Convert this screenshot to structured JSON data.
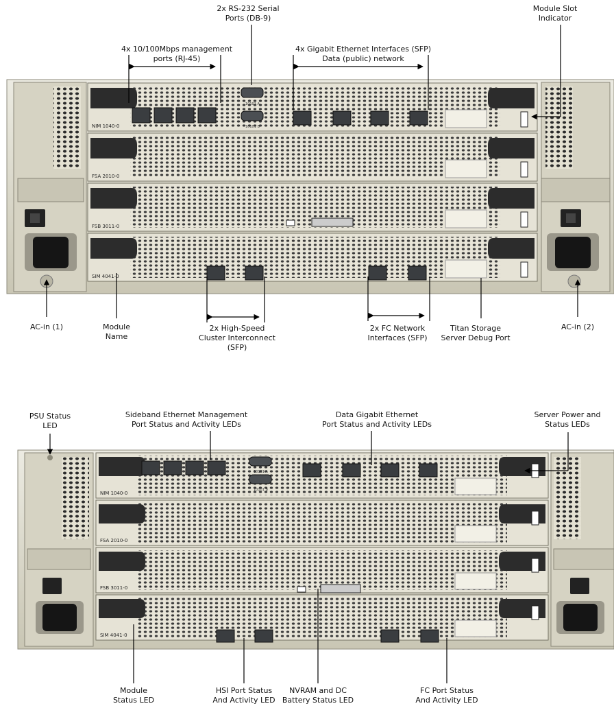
{
  "top_labels": {
    "serial": [
      "2x RS-232 Serial",
      "Ports (DB-9)"
    ],
    "mgmt": [
      "4x 10/100Mbps management",
      "ports (RJ-45)"
    ],
    "gige": [
      "4x Gigabit Ethernet Interfaces (SFP)",
      "Data (public) network"
    ],
    "slot_indicator": [
      "Module Slot",
      "Indicator"
    ],
    "ac_in_1": [
      "AC-in (1)"
    ],
    "module_name": [
      "Module",
      "Name"
    ],
    "hsci": [
      "2x High-Speed",
      "Cluster Interconnect",
      "(SFP)"
    ],
    "fc": [
      "2x FC Network",
      "Interfaces  (SFP)"
    ],
    "debug": [
      "Titan Storage",
      "Server Debug Port"
    ],
    "ac_in_2": [
      "AC-in (2)"
    ]
  },
  "bottom_labels": {
    "psu": [
      "PSU Status",
      "LED"
    ],
    "sideband": [
      "Sideband Ethernet Management",
      "Port Status and Activity LEDs"
    ],
    "data_gige": [
      "Data Gigabit Ethernet",
      "Port Status and Activity LEDs"
    ],
    "server_power": [
      "Server Power and",
      "Status LEDs"
    ],
    "module_status": [
      "Module",
      "Status LED"
    ],
    "hsi": [
      "HSI Port Status",
      "And Activity LED"
    ],
    "nvram": [
      "NVRAM and DC",
      "Battery Status LED"
    ],
    "fc_status": [
      "FC Port Status",
      "And Activity LED"
    ]
  },
  "modules": {
    "top": [
      "NIM 1040-0",
      "FSA 2010-0",
      "FSB 3011-0",
      "SIM 4041-0"
    ],
    "bottom": [
      "NIM 1040-0",
      "FSA 2010-0",
      "FSB 3011-0",
      "SIM 4041-0"
    ]
  },
  "port_tags": {
    "serial_a": "10101 A",
    "serial_b": "10101 B"
  },
  "colors": {
    "chassis": "#d9d6c6",
    "module": "#e6e3d6",
    "lever": "#2c2c2c",
    "port": "#3a3d40"
  }
}
